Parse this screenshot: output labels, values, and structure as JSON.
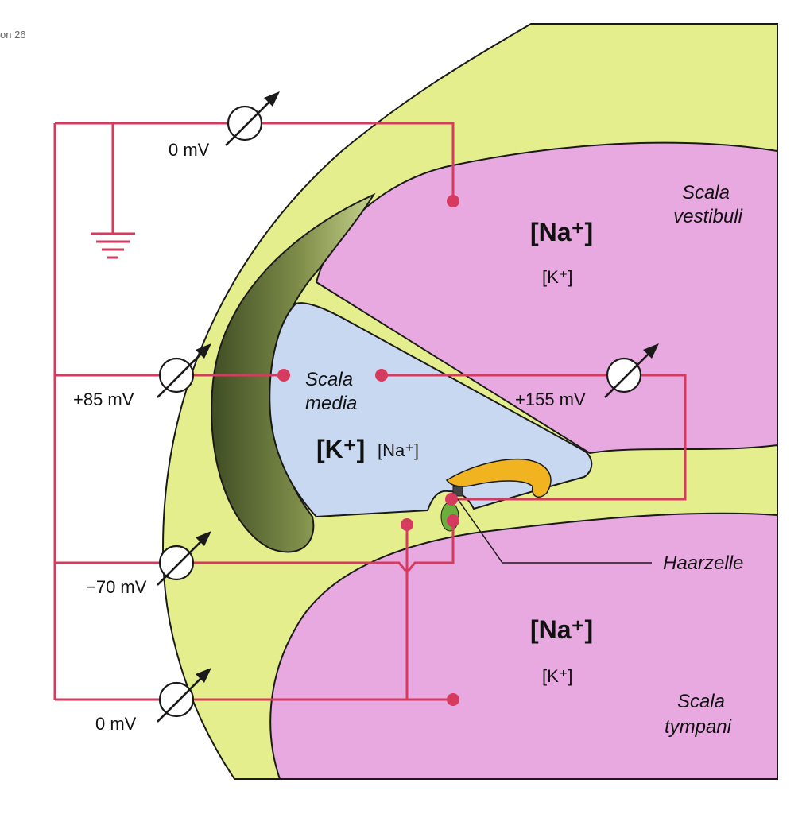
{
  "header": {
    "cut_label": "on 26"
  },
  "colors": {
    "perilymph": "#e8a8e0",
    "endolymph": "#c8d8f0",
    "bone": "#e4ee8c",
    "stria": "#5a6b33",
    "wire": "#d63a5e",
    "tectorial": "#f2b320",
    "hair_cell": "#6cae3e"
  },
  "voltmeters": {
    "top": "0 mV",
    "scala_media": "+85 mV",
    "across": "+155 mV",
    "hair_cell": "−70 mV",
    "bottom": "0 mV"
  },
  "regions": {
    "vestibuli": {
      "line1": "Scala",
      "line2": "vestibuli",
      "ion_main": "[Na⁺]",
      "ion_minor": "[K⁺]"
    },
    "media": {
      "line1": "Scala",
      "line2": "media",
      "ion_main": "[K⁺]",
      "ion_minor": "[Na⁺]"
    },
    "tympani": {
      "line1": "Scala",
      "line2": "tympani",
      "ion_main": "[Na⁺]",
      "ion_minor": "[K⁺]"
    }
  },
  "callouts": {
    "hair_cell": "Haarzelle"
  }
}
